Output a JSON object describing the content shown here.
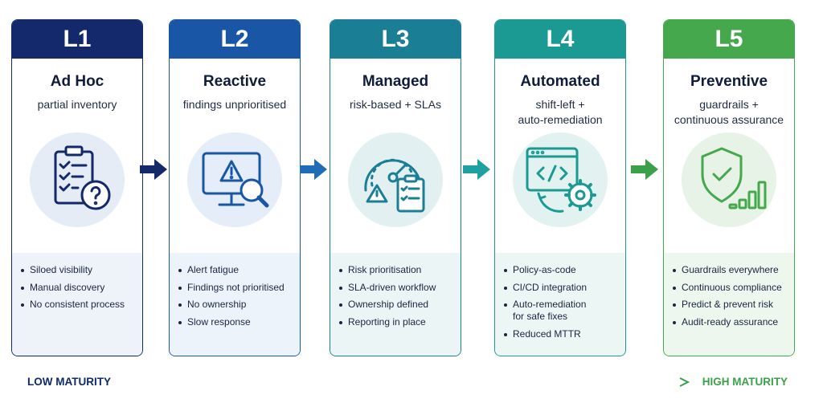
{
  "levels": [
    {
      "code": "L1",
      "title": "Ad Hoc",
      "subtitle": "partial inventory",
      "icon": "clipboard-question-icon",
      "head_color": "#13296b",
      "border_color": "#13296b",
      "circle_color": "#e6ecf6",
      "bullet_bg": "#eef2f9",
      "bullets": [
        "Siloed visibility",
        "Manual discovery",
        "No consistent process"
      ]
    },
    {
      "code": "L2",
      "title": "Reactive",
      "subtitle": "findings unprioritised",
      "icon": "monitor-alert-search-icon",
      "head_color": "#1957a6",
      "border_color": "#1957a6",
      "circle_color": "#e4edf8",
      "bullet_bg": "#edf3fb",
      "bullets": [
        "Alert fatigue",
        "Findings not prioritised",
        "No ownership",
        "Slow response"
      ]
    },
    {
      "code": "L3",
      "title": "Managed",
      "subtitle": "risk-based + SLAs",
      "icon": "gauge-checklist-icon",
      "head_color": "#1a7f94",
      "border_color": "#1a7f94",
      "circle_color": "#e3f0f2",
      "bullet_bg": "#ecf5f6",
      "bullets": [
        "Risk prioritisation",
        "SLA-driven workflow",
        "Ownership defined",
        "Reporting in place"
      ]
    },
    {
      "code": "L4",
      "title": "Automated",
      "subtitle_lines": [
        "shift-left +",
        "auto-remediation"
      ],
      "icon": "code-window-gear-icon",
      "head_color": "#1b9a93",
      "border_color": "#1b9a93",
      "circle_color": "#e2f2f1",
      "bullet_bg": "#ebf6f5",
      "bullets": [
        "Policy-as-code",
        "CI/CD integration",
        "Auto-remediation",
        "for safe fixes",
        "Reduced MTTR"
      ]
    },
    {
      "code": "L5",
      "title": "Preventive",
      "subtitle_lines": [
        "guardrails +",
        "continuous assurance"
      ],
      "icon": "shield-check-chart-icon",
      "head_color": "#46a84c",
      "border_color": "#46a84c",
      "circle_color": "#e6f3e6",
      "bullet_bg": "#eef7ee",
      "bullets": [
        "Guardrails everywhere",
        "Continuous compliance",
        "Predict & prevent risk",
        "Audit-ready assurance"
      ]
    }
  ],
  "arrow_colors": [
    "#13296b",
    "#1f6cb8",
    "#20a1a1",
    "#3aa14a"
  ],
  "maturity": {
    "low": "LOW MATURITY",
    "high": "HIGH MATURITY"
  }
}
